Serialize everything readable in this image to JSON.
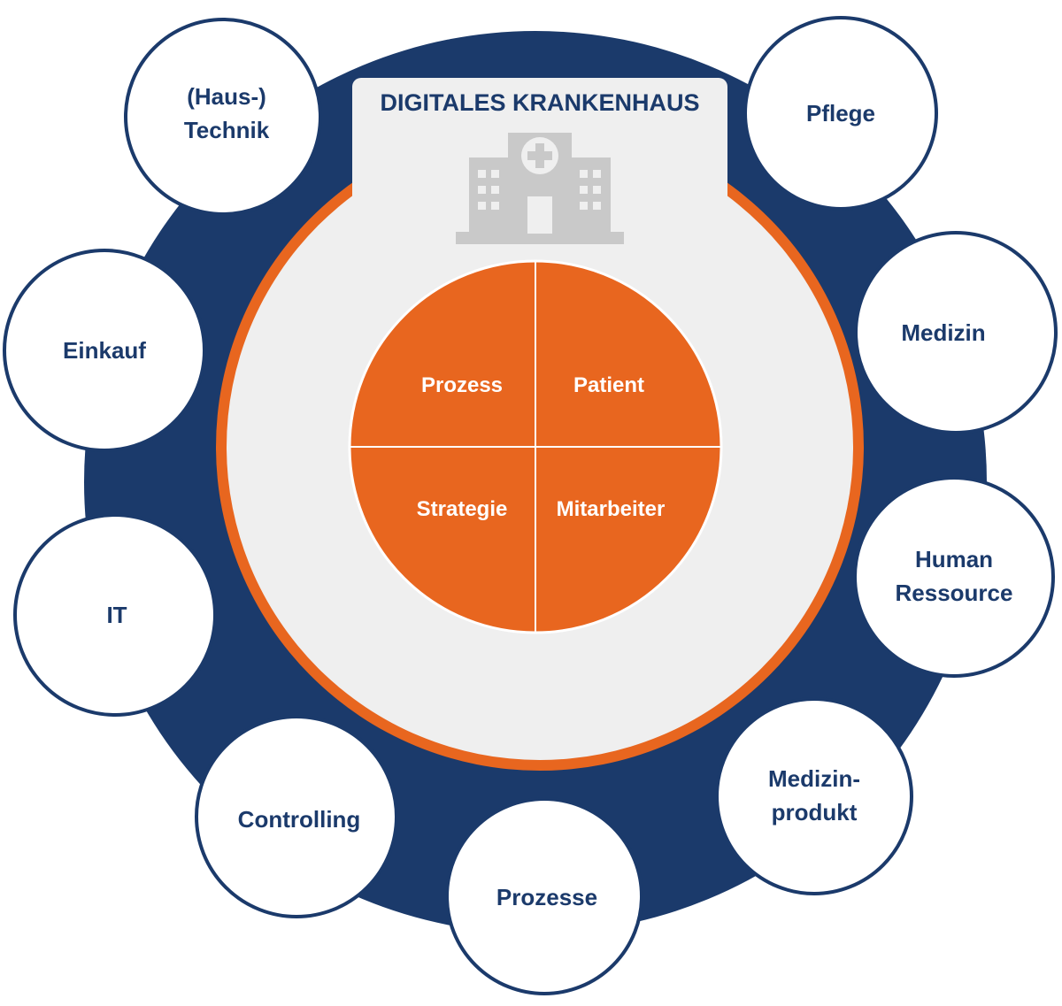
{
  "title": "DIGITALES KRANKENHAUS",
  "colors": {
    "navy": "#1b3a6b",
    "orange": "#e8661f",
    "light_gray": "#efefef",
    "icon_gray": "#c9c9c9",
    "white": "#ffffff"
  },
  "center_icon": "hospital-icon",
  "core": {
    "top_left": "Prozess",
    "top_right": "Patient",
    "bottom_left": "Strategie",
    "bottom_right": "Mitarbeiter"
  },
  "satellites": [
    {
      "id": "haus-technik",
      "lines": [
        "(Haus-)",
        "Technik"
      ]
    },
    {
      "id": "pflege",
      "lines": [
        "Pflege"
      ]
    },
    {
      "id": "einkauf",
      "lines": [
        "Einkauf"
      ]
    },
    {
      "id": "medizin",
      "lines": [
        "Medizin"
      ]
    },
    {
      "id": "it",
      "lines": [
        "IT"
      ]
    },
    {
      "id": "human-ressource",
      "lines": [
        "Human",
        "Ressource"
      ]
    },
    {
      "id": "controlling",
      "lines": [
        "Controlling"
      ]
    },
    {
      "id": "medizinprodukt",
      "lines": [
        "Medizin-",
        "produkt"
      ]
    },
    {
      "id": "prozesse",
      "lines": [
        "Prozesse"
      ]
    }
  ]
}
